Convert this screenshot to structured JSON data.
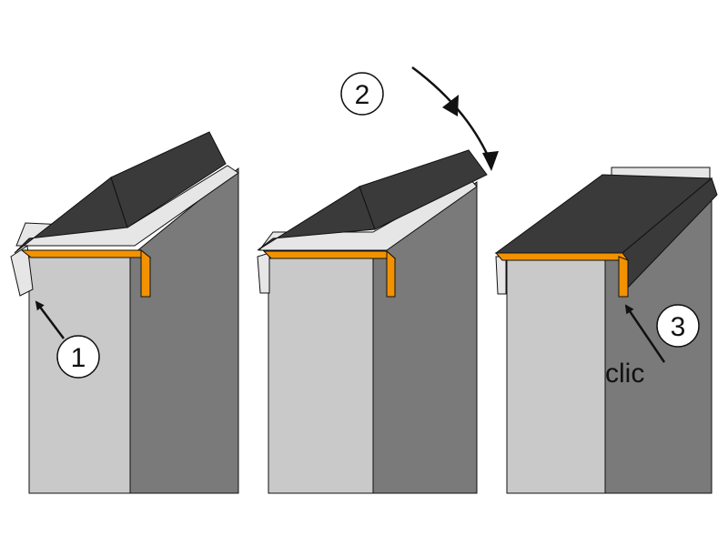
{
  "colors": {
    "front": "#c9c9c9",
    "side": "#7a7a7a",
    "cap": "#3a3a3a",
    "clip": "#f39200",
    "light": "#e6e6e6",
    "line": "#111111"
  },
  "steps": [
    {
      "number": "1"
    },
    {
      "number": "2"
    },
    {
      "number": "3",
      "caption": "clic"
    }
  ]
}
